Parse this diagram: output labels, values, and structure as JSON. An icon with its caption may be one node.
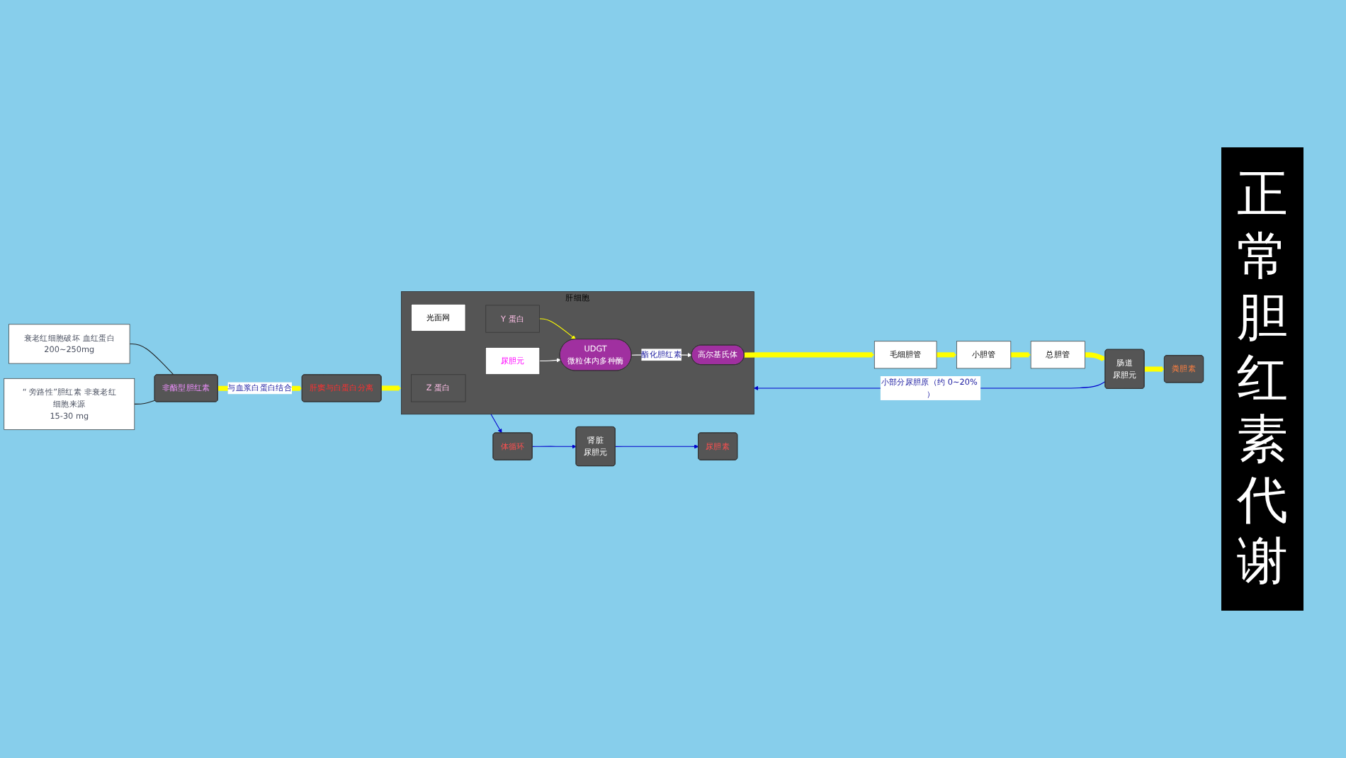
{
  "diagram": {
    "title": "正常胆红素代谢",
    "nodes": [
      {
        "text": [
          "衰老红细胞破坏 血红蛋白",
          "200~250mg"
        ]
      },
      {
        "text": [
          "非酯型胆红素"
        ]
      },
      {
        "text": [
          "“ 旁路性”胆红素 非衰老红细胞来源",
          "15-30 mg"
        ]
      },
      {
        "text": [
          "肝窦与白蛋白分离"
        ]
      },
      {
        "text": [
          "肝细胞"
        ]
      },
      {
        "text": [
          "Z 蛋白"
        ],
        "in": 4
      },
      {
        "text": [
          "Y 蛋白"
        ],
        "in": 4
      },
      {
        "text": [
          "UDGT",
          "微粒体内多种酶"
        ],
        "in": 4
      },
      {
        "text": [
          "尿胆元"
        ],
        "in": 4
      },
      {
        "text": [
          "高尔基氏体"
        ],
        "in": 4
      },
      {
        "text": [
          "光面网"
        ],
        "in": 4
      },
      {
        "text": [
          "体循环"
        ]
      },
      {
        "text": [
          "肾脏",
          "尿胆元"
        ]
      },
      {
        "text": [
          "尿胆素"
        ]
      },
      {
        "text": [
          "肠道",
          "尿胆元"
        ]
      },
      {
        "text": [
          "粪胆素"
        ]
      },
      {
        "text": [
          "毛细胆管"
        ]
      },
      {
        "text": [
          "小胆管"
        ]
      },
      {
        "text": [
          "总胆管"
        ]
      }
    ],
    "edges": [
      {
        "from": 0,
        "to": 1,
        "arrow": "none",
        "color": "#222222"
      },
      {
        "from": 2,
        "to": 1,
        "arrow": "none",
        "color": "#222222"
      },
      {
        "from": 1,
        "to": 3,
        "arrow": "to",
        "label": "与血浆白蛋白结合",
        "style": "thick",
        "color": "#ffff00"
      },
      {
        "from": 3,
        "to": 4,
        "arrow": "to",
        "style": "thick",
        "color": "#ffff00"
      },
      {
        "from": 6,
        "to": 7,
        "arrow": "to",
        "color": "#ffff00"
      },
      {
        "from": 8,
        "to": 7,
        "arrow": "to",
        "color": "#ffffff"
      },
      {
        "from": 7,
        "to": 9,
        "arrow": "to",
        "label": "酯化胆红素",
        "color": "#ffffff"
      },
      {
        "from": 9,
        "to": 16,
        "arrow": "to",
        "style": "thick",
        "color": "#ffff00"
      },
      {
        "from": 16,
        "to": 17,
        "arrow": "to",
        "style": "thick",
        "color": "#ffff00"
      },
      {
        "from": 17,
        "to": 18,
        "arrow": "to",
        "style": "thick",
        "color": "#ffff00"
      },
      {
        "from": 18,
        "to": 14,
        "arrow": "to",
        "style": "thick",
        "color": "#ffff00"
      },
      {
        "from": 14,
        "to": 15,
        "arrow": "to",
        "style": "thick",
        "color": "#ffff00"
      },
      {
        "from": 14,
        "to": 4,
        "arrow": "to",
        "label": "小部分尿胆原（约 0~20% ）",
        "color": "#0000cc"
      },
      {
        "from": 4,
        "to": 11,
        "arrow": "to",
        "color": "#0000cc"
      },
      {
        "from": 11,
        "to": 12,
        "arrow": "to",
        "color": "#0000cc"
      },
      {
        "from": 12,
        "to": 13,
        "arrow": "to",
        "color": "#0000cc"
      }
    ]
  }
}
